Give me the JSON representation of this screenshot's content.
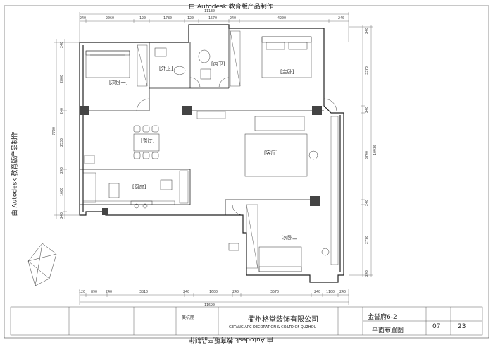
{
  "watermark": "由 Autodesk 教育版产品制作",
  "rooms": {
    "secondary_bedroom_1": "[次卧一]",
    "guest_bath": "[外卫]",
    "ensuite_bath": "[内卫]",
    "master_bedroom": "[主卧]",
    "dining": "[餐厅]",
    "living": "[客厅]",
    "kitchen": "[厨房]",
    "secondary_bedroom_2": "次卧二"
  },
  "dimensions": {
    "top_total": "11130",
    "top_segments": [
      "240",
      "2060",
      "120",
      "1780",
      "120",
      "1570",
      "240",
      "4200",
      "240"
    ],
    "bottom_total": "11690",
    "bottom_segments": [
      "120",
      "890",
      "240",
      "3810",
      "240",
      "1600",
      "240",
      "3570",
      "240",
      "1100",
      "240"
    ],
    "left_total": "7700",
    "left_segments": [
      "240",
      "2800",
      "240",
      "2530",
      "240",
      "1600",
      "240"
    ],
    "right_total": "10930",
    "right_segments": [
      "240",
      "3370",
      "240",
      "3740",
      "240",
      "2770",
      "240"
    ]
  },
  "title_block": {
    "company_cn": "衢州格堂装饰有限公司",
    "company_en": "GETANG ARC DECORATION  &  CO.LTD OF QUZHOU",
    "project": "金誉府6-2",
    "drawing_name": "平面布置图",
    "designer_stamp": "美杭丽",
    "sheet_no": "07",
    "page_no": "23"
  }
}
